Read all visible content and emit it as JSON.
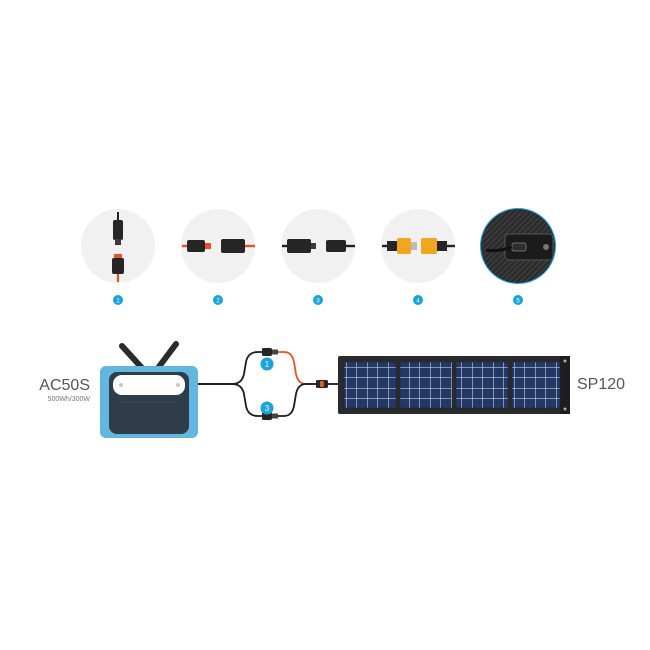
{
  "connector_steps": [
    {
      "number": "1"
    },
    {
      "number": "2"
    },
    {
      "number": "3"
    },
    {
      "number": "4"
    },
    {
      "number": "5"
    }
  ],
  "power_station": {
    "name": "AC50S",
    "spec": "500Wh/300W"
  },
  "solar_panel": {
    "name": "SP120"
  },
  "cable_markers": [
    {
      "number": "1"
    },
    {
      "number": "3"
    }
  ],
  "colors": {
    "accent": "#1aa3dc",
    "station_frame": "#62b6df",
    "connector_orange": "#e8541f",
    "xt60_yellow": "#f2a51f",
    "panel_cell": "#1f2f5a"
  }
}
